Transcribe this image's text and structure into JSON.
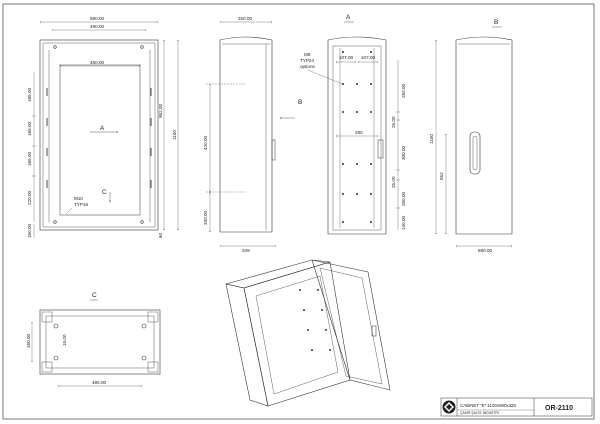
{
  "front_view": {
    "dim_width_outer": "580.00",
    "dim_width_inner": "490.00",
    "dim_width_mount": "450.00",
    "dim_height_mount": "952.00",
    "dim_height_total": "1100",
    "dim_spacing_1": "185.00",
    "dim_spacing_2": "165.00",
    "dim_spacing_3": "165.00",
    "dim_spacing_4": "220.00",
    "dim_bottom": "150.00",
    "dim_bottom_right": "60",
    "arrow_a": "A",
    "arrow_c": "C",
    "thread_label": "M10",
    "thread_type": "TYP16"
  },
  "side_view": {
    "dim_depth": "320.00",
    "dim_depth_bottom": "349",
    "dim_height_1": "420.00",
    "dim_height_2": "330.00",
    "arrow_b": "B"
  },
  "interior_view": {
    "title": "A",
    "thread_label": "M6",
    "thread_type": "TYP24",
    "thread_note": "options",
    "dim_top_left": "107.00",
    "dim_top_right": "107.00",
    "dim_mid": "280",
    "dim_right_1": "250.00",
    "dim_right_2": "25.00",
    "dim_right_3": "300.00",
    "dim_right_4": "25.00",
    "dim_right_5": "250.00",
    "dim_right_6": "140.00"
  },
  "door_view": {
    "title": "B",
    "dim_height_total": "1100",
    "dim_height_door": "552",
    "dim_width": "580.00"
  },
  "bottom_view": {
    "title": "C",
    "dim_width": "485.00",
    "dim_depth": "160.00",
    "dim_hole": "15.00"
  },
  "title_block": {
    "product": "CABINET \"E\" 1100x590x320",
    "company": "ÇAKIR ŞALTE İNDÜSTRİ",
    "code": "OR-2110"
  }
}
